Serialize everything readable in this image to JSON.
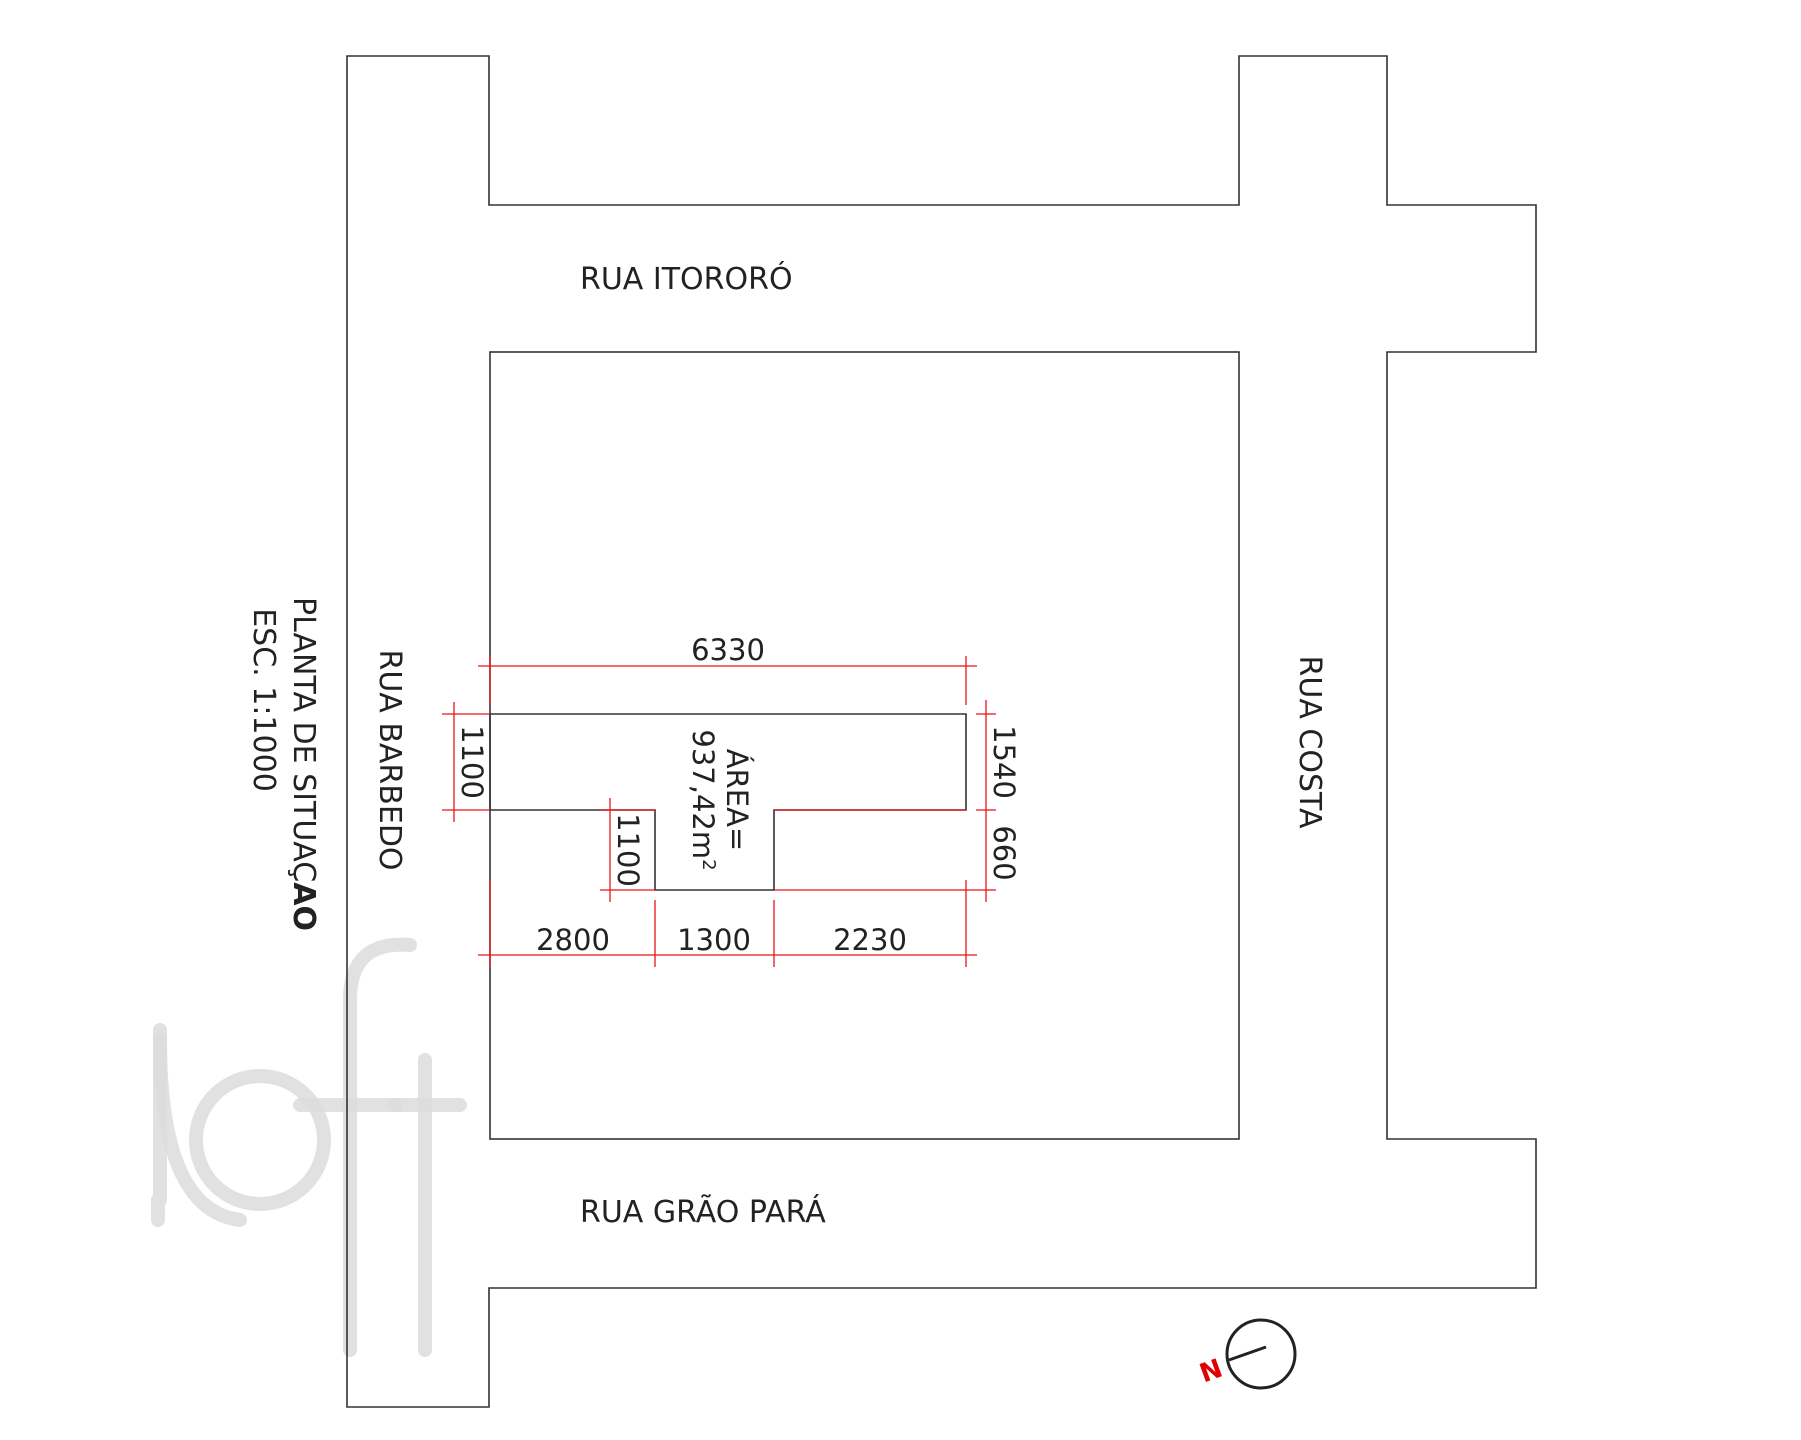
{
  "streets": {
    "north": "RUA ITORORÓ",
    "south": "RUA GRÃO PARÁ",
    "west": "RUA BARBEDO",
    "east": "RUA COSTA"
  },
  "title": {
    "line1_prefix": "PLANTA DE SITUAÇ",
    "line1_bold": "AO",
    "line2": "ESC. 1:1000"
  },
  "dimensions": {
    "top": "6330",
    "left": "1100",
    "notch": "1100",
    "right_upper": "1540",
    "right_lower": "660",
    "bottom_1": "2800",
    "bottom_2": "1300",
    "bottom_3": "2230"
  },
  "area": {
    "label": "ÁREA=",
    "value": "937,42m",
    "unit_sup": "2"
  },
  "north_arrow": {
    "letter": "N",
    "color": "#e00000"
  },
  "watermark": {
    "text": "loft"
  },
  "colors": {
    "outline": "#333333",
    "dimension": "#e8151b"
  }
}
